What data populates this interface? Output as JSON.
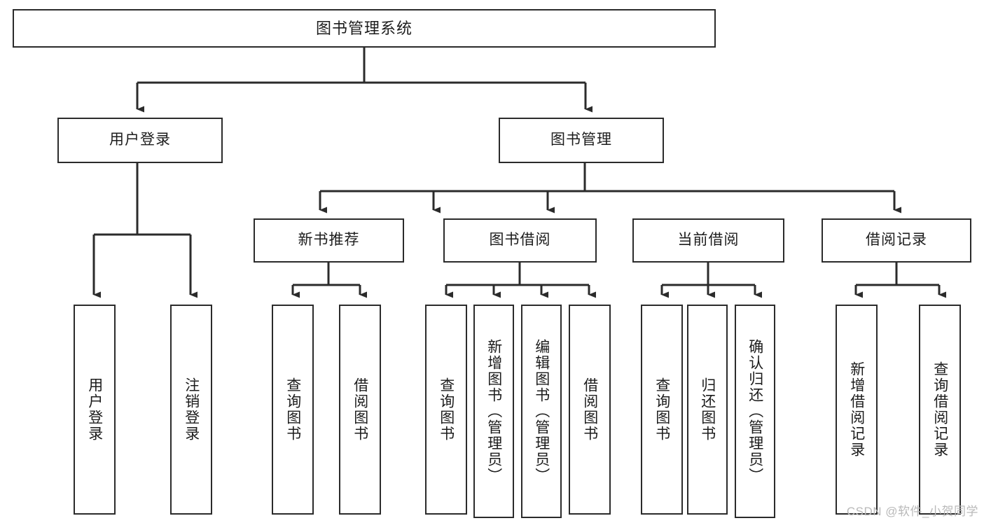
{
  "diagram": {
    "title": "图书管理系统",
    "watermark": "CSDN @软件_小贺同学",
    "line_color": "#2b2b2b",
    "box_fill": "#ffffff",
    "text_color": "#1c1c1c",
    "root": {
      "label": "图书管理系统"
    },
    "level2": [
      {
        "label": "用户登录"
      },
      {
        "label": "图书管理"
      }
    ],
    "level3": [
      {
        "label": "新书推荐"
      },
      {
        "label": "图书借阅"
      },
      {
        "label": "当前借阅"
      },
      {
        "label": "借阅记录"
      }
    ],
    "leaves": [
      {
        "label": "用户登录",
        "parent": "用户登录"
      },
      {
        "label": "注销登录",
        "parent": "用户登录"
      },
      {
        "label": "查询图书",
        "parent": "新书推荐"
      },
      {
        "label": "借阅图书",
        "parent": "新书推荐"
      },
      {
        "label": "查询图书",
        "parent": "图书借阅"
      },
      {
        "label": "新增图书（管理员）",
        "parent": "图书借阅"
      },
      {
        "label": "编辑图书（管理员）",
        "parent": "图书借阅"
      },
      {
        "label": "借阅图书",
        "parent": "图书借阅"
      },
      {
        "label": "查询图书",
        "parent": "当前借阅"
      },
      {
        "label": "归还图书",
        "parent": "当前借阅"
      },
      {
        "label": "确认归还（管理员）",
        "parent": "当前借阅"
      },
      {
        "label": "新增借阅记录",
        "parent": "借阅记录"
      },
      {
        "label": "查询借阅记录",
        "parent": "借阅记录"
      }
    ]
  }
}
